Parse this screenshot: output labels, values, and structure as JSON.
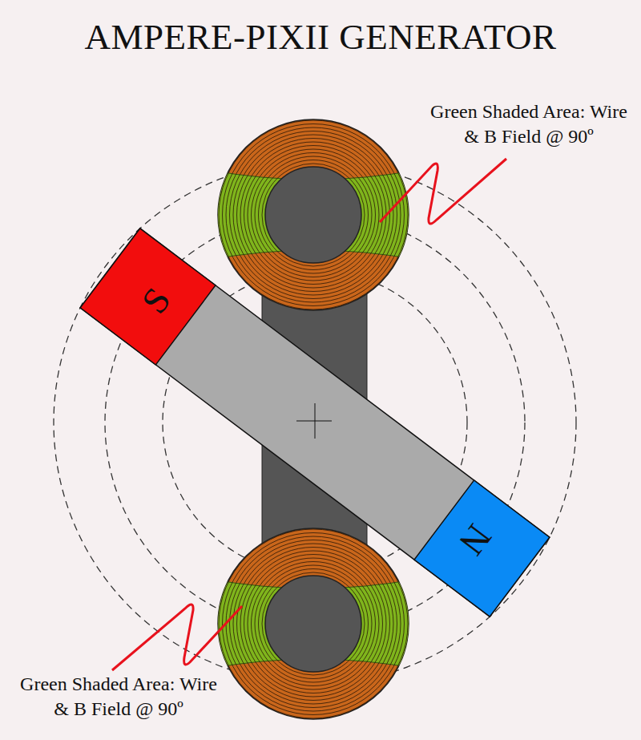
{
  "diagram": {
    "title": "AMPERE-PIXII GENERATOR",
    "labels": [
      "Green Shaded Area: Wire & B Field @ 90º",
      "S",
      "N",
      "Green Shaded Area: Wire & B Field @ 90º"
    ]
  }
}
